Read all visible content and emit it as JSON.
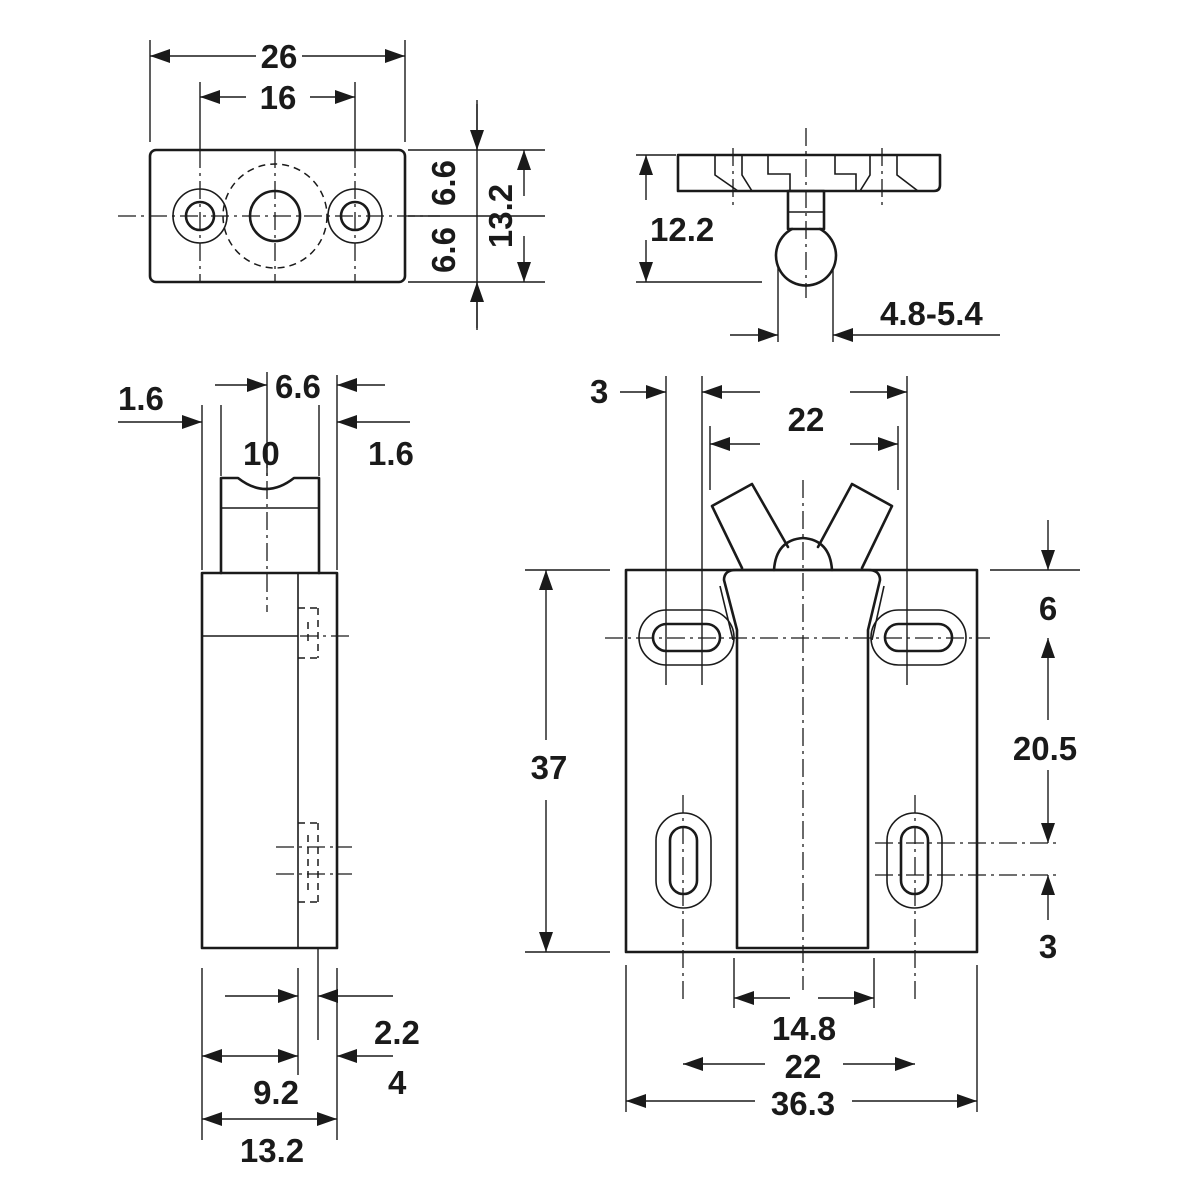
{
  "dimensions": {
    "top_width": "26",
    "top_hole_spacing": "16",
    "top_half_upper": "6.6",
    "top_half_lower": "6.6",
    "top_height": "13.2",
    "striker_height": "12.2",
    "striker_ball": "4.8-5.4",
    "side_left_offset": "1.6",
    "side_slot": "6.6",
    "side_right_offset": "1.6",
    "side_head": "10",
    "side_bottom_a": "2.2",
    "side_bottom_b": "4",
    "side_bottom_c": "9.2",
    "side_bottom_d": "13.2",
    "front_edge_offset": "3",
    "front_slot_spacing_upper": "22",
    "front_arm_width": "22",
    "front_height": "37",
    "front_top_offset": "6",
    "front_slot_pitch": "20.5",
    "front_bottom_offset": "3",
    "front_body_width": "14.8",
    "front_slot_spacing_lower": "22",
    "front_total_width": "36.3"
  }
}
